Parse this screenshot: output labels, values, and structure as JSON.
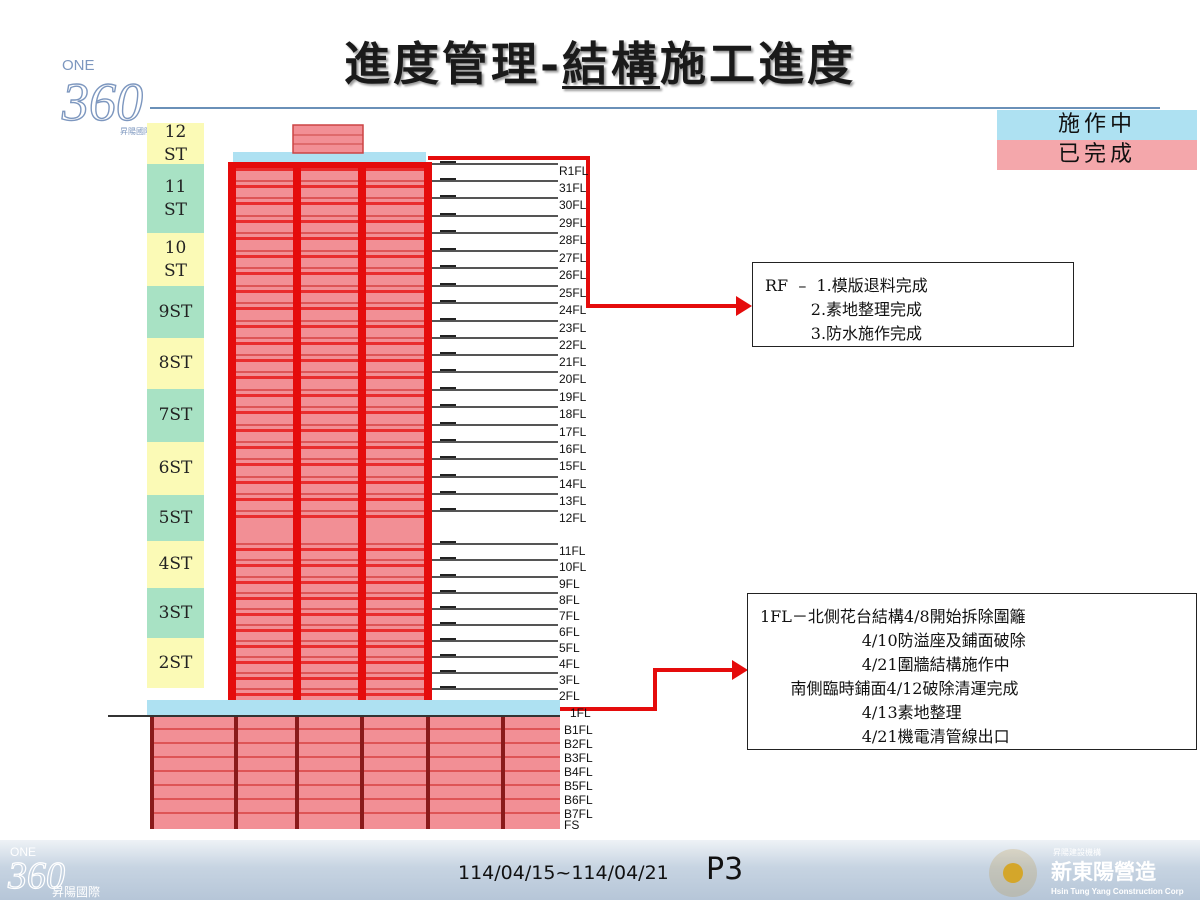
{
  "title": {
    "prefix": "進度管理-",
    "underlined": "結構",
    "suffix": "施工進度"
  },
  "logo_top": {
    "one": "ONE",
    "number": "360",
    "sub": "昇陽國際"
  },
  "legend": {
    "in_progress": {
      "label": "施作中",
      "color": "#aee1f2"
    },
    "completed": {
      "label": "已完成",
      "color": "#f4a7ab"
    }
  },
  "colors": {
    "st_yellow": "#fbfab6",
    "st_green": "#a8e2c4",
    "red": "#e50c0c",
    "pink": "#f28f95",
    "blue": "#aee1f2"
  },
  "st_labels": [
    {
      "label": "12\nST",
      "color": "yellow"
    },
    {
      "label": "11\nST",
      "color": "green"
    },
    {
      "label": "10\nST",
      "color": "yellow"
    },
    {
      "label": "9ST",
      "color": "green"
    },
    {
      "label": "8ST",
      "color": "yellow"
    },
    {
      "label": "7ST",
      "color": "green"
    },
    {
      "label": "6ST",
      "color": "yellow"
    },
    {
      "label": "5ST",
      "color": "green"
    },
    {
      "label": "4ST",
      "color": "yellow"
    },
    {
      "label": "3ST",
      "color": "green"
    },
    {
      "label": "2ST",
      "color": "yellow"
    }
  ],
  "floors_upper": [
    "R1FL",
    "31FL",
    "30FL",
    "29FL",
    "28FL",
    "27FL",
    "26FL",
    "25FL",
    "24FL",
    "23FL",
    "22FL",
    "21FL",
    "20FL",
    "19FL",
    "18FL",
    "17FL",
    "16FL",
    "15FL",
    "14FL",
    "13FL",
    "12FL",
    "11FL",
    "10FL",
    "9FL",
    "8FL",
    "7FL",
    "6FL",
    "5FL",
    "4FL",
    "3FL",
    "2FL"
  ],
  "floors_lower": [
    "1FL",
    "B1FL",
    "B2FL",
    "B3FL",
    "B4FL",
    "B5FL",
    "B6FL",
    "B7FL",
    "FS"
  ],
  "note_rf": {
    "lines": [
      "RF  –  1.模版退料完成",
      "         2.素地整理完成",
      "         3.防水施作完成"
    ]
  },
  "note_1f": {
    "lines": [
      "1FL－北側花台結構4/8開始拆除圍籬",
      "                    4/10防溢座及鋪面破除",
      "                    4/21圍牆結構施作中",
      "      南側臨時鋪面4/12破除清運完成",
      "                    4/13素地整理",
      "                    4/21機電清管線出口"
    ]
  },
  "footer": {
    "logo_one": "ONE",
    "logo_number": "360",
    "logo_name": "昇陽國際",
    "date_range": "114/04/15~114/04/21",
    "page": "P3",
    "company_small": "昇陽建設機構",
    "company_name": "新東陽營造",
    "company_en": "Hsin Tung Yang Construction Corp"
  }
}
